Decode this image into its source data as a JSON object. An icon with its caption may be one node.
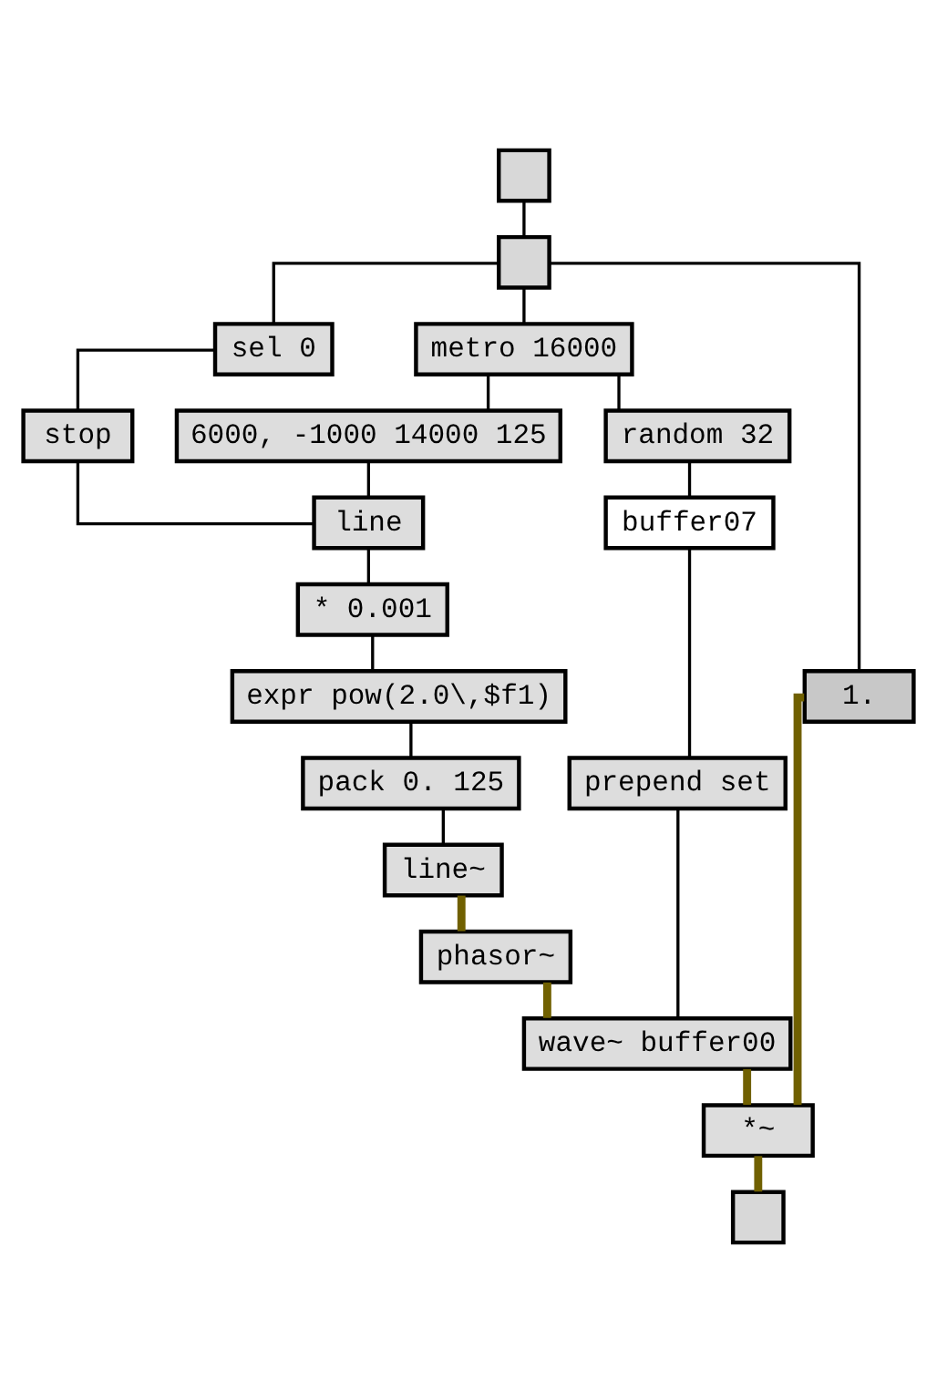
{
  "diagram": {
    "nodes": [
      {
        "text": [],
        "shape": "box"
      },
      {
        "text": [],
        "shape": "box"
      },
      {
        "text": [
          "sel 0"
        ]
      },
      {
        "text": [
          "metro 16000"
        ]
      },
      {
        "text": [
          "stop"
        ]
      },
      {
        "text": [
          "6000, -1000 14000 125"
        ]
      },
      {
        "text": [
          "line"
        ]
      },
      {
        "text": [
          "random 32"
        ]
      },
      {
        "text": [
          "* 0.001"
        ]
      },
      {
        "text": [
          "buffer07"
        ]
      },
      {
        "text": [
          "expr pow(2.0\\,$f1)"
        ]
      },
      {
        "text": [
          "pack 0. 125"
        ]
      },
      {
        "text": [
          "line~"
        ]
      },
      {
        "text": [
          "1."
        ]
      },
      {
        "text": [
          "phasor~"
        ]
      },
      {
        "text": [
          "prepend set"
        ]
      },
      {
        "text": [
          "wave~ buffer00"
        ]
      },
      {
        "text": [
          "*~"
        ]
      },
      {
        "text": [],
        "shape": "box"
      }
    ],
    "edges": [
      {
        "from": 0,
        "to": 1,
        "arrow": "none"
      },
      {
        "from": 1,
        "to": 2,
        "arrow": "none"
      },
      {
        "from": 1,
        "to": 3,
        "arrow": "none"
      },
      {
        "from": 1,
        "to": 13,
        "arrow": "none"
      },
      {
        "from": 2,
        "to": 4,
        "arrow": "none"
      },
      {
        "from": 3,
        "to": 5,
        "arrow": "none"
      },
      {
        "from": 3,
        "to": 7,
        "arrow": "none"
      },
      {
        "from": 4,
        "to": 6,
        "arrow": "none"
      },
      {
        "from": 5,
        "to": 6,
        "arrow": "none"
      },
      {
        "from": 7,
        "to": 9,
        "arrow": "none"
      },
      {
        "from": 6,
        "to": 8,
        "arrow": "none"
      },
      {
        "from": 8,
        "to": 10,
        "arrow": "none"
      },
      {
        "from": 10,
        "to": 11,
        "arrow": "none"
      },
      {
        "from": 11,
        "to": 12,
        "arrow": "none"
      },
      {
        "from": 9,
        "to": 15,
        "arrow": "none"
      },
      {
        "from": 12,
        "to": 14,
        "arrow": "none",
        "style": "thick",
        "color": "#706000"
      },
      {
        "from": 14,
        "to": 16,
        "arrow": "none",
        "style": "thick",
        "color": "#706000"
      },
      {
        "from": 15,
        "to": 16,
        "arrow": "none"
      },
      {
        "from": 16,
        "to": 17,
        "arrow": "none",
        "style": "thick",
        "color": "#706000"
      },
      {
        "from": 13,
        "to": 17,
        "arrow": "none",
        "style": "thick",
        "color": "#706000"
      },
      {
        "from": 17,
        "to": 18,
        "arrow": "none",
        "style": "thick",
        "color": "#706000"
      }
    ]
  }
}
